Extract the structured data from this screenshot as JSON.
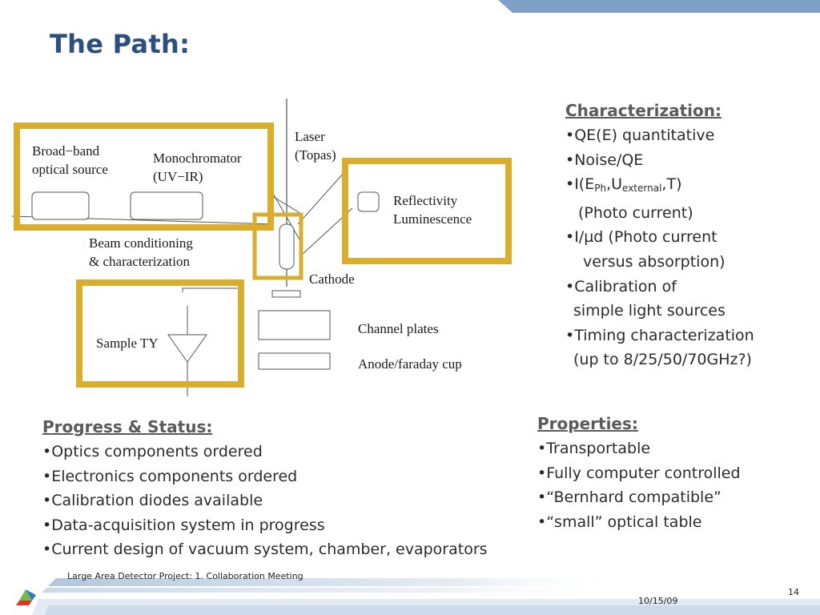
{
  "slide": {
    "title": "The Path:",
    "footer_project": "Large Area Detector Project: 1. Collaboration Meeting",
    "page_number": "14",
    "date": "10/15/09"
  },
  "colors": {
    "title": "#2a4f80",
    "highlight_box": "#d8ae2c",
    "top_bar": "#7fa0c4"
  },
  "diagram": {
    "broadband_label_1": "Broad−band",
    "broadband_label_2": "optical source",
    "monochromator_label_1": "Monochromator",
    "monochromator_label_2": "(UV−IR)",
    "laser_label_1": "Laser",
    "laser_label_2": "(Topas)",
    "reflectivity_label_1": "Reflectivity",
    "reflectivity_label_2": "Luminescence",
    "beam_label_1": "Beam conditioning",
    "beam_label_2": "& characterization",
    "cathode_label": "Cathode",
    "sample_label": "Sample TY",
    "channel_plates_label": "Channel plates",
    "anode_label": "Anode/faraday cup"
  },
  "characterization": {
    "heading": "Characterization:",
    "items": {
      "qe": "•QE(E) quantitative",
      "noise": "•Noise/QE",
      "i_prefix": "•I(E",
      "i_sub1": "Ph",
      "i_mid": ",U",
      "i_sub2": "external",
      "i_suffix": ",T)",
      "i_cont": "(Photo current)",
      "imud": "•I/µd (Photo current",
      "imud_cont": "versus absorption)",
      "calib": "•Calibration of",
      "calib_cont": "simple light sources",
      "timing": "•Timing characterization",
      "timing_cont": "(up to 8/25/50/70GHz?)"
    }
  },
  "progress": {
    "heading": "Progress & Status:",
    "items": [
      "•Optics components ordered",
      "•Electronics components ordered",
      "•Calibration diodes available",
      "•Data-acquisition system in progress",
      "•Current design of vacuum system, chamber, evaporators"
    ]
  },
  "properties": {
    "heading": "Properties:",
    "items": [
      "•Transportable",
      "•Fully computer controlled",
      "•“Bernhard compatible”",
      "•“small” optical table"
    ]
  }
}
